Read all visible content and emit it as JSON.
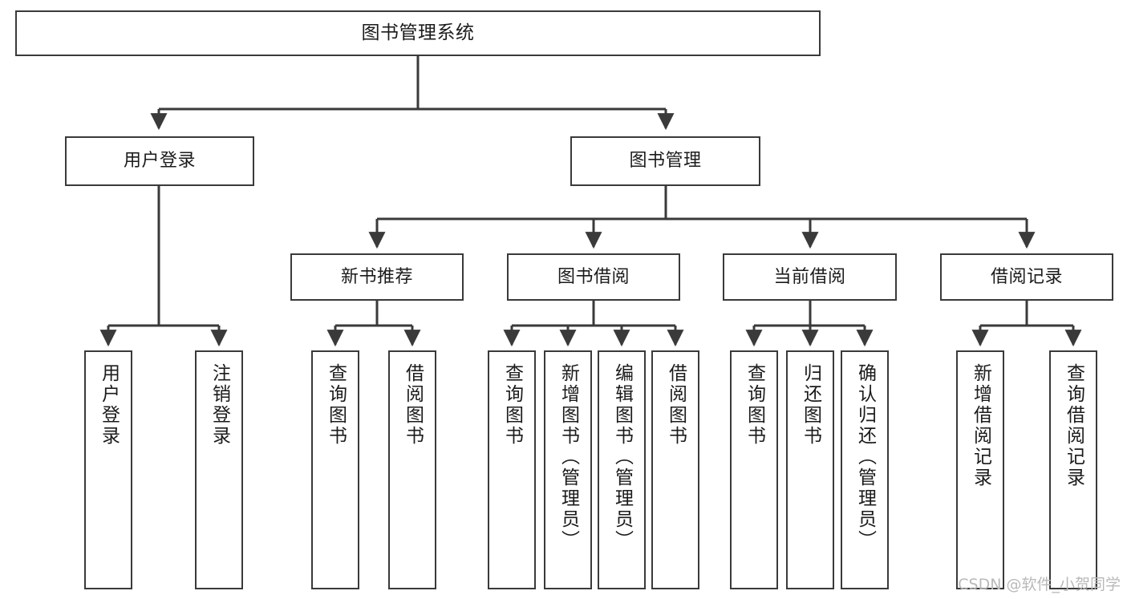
{
  "diagram": {
    "title": "图书管理系统",
    "watermark": "CSDN @软件_小贺同学",
    "colors": {
      "stroke": "#3a3a3a",
      "fill": "#ffffff",
      "text": "#1b1b1b",
      "watermark": "#b9b9b9"
    },
    "nodes": {
      "root": {
        "label": "图书管理系统"
      },
      "tier2": [
        {
          "label": "用户登录"
        },
        {
          "label": "图书管理"
        }
      ],
      "tier3": [
        {
          "label": "新书推荐"
        },
        {
          "label": "图书借阅"
        },
        {
          "label": "当前借阅"
        },
        {
          "label": "借阅记录"
        }
      ],
      "leaves_user_login": [
        {
          "label": "用户登录"
        },
        {
          "label": "注销登录"
        }
      ],
      "leaves_new_books": [
        {
          "label": "查询图书"
        },
        {
          "label": "借阅图书"
        }
      ],
      "leaves_borrow": [
        {
          "label": "查询图书"
        },
        {
          "label": "新增图书（管理员）"
        },
        {
          "label": "编辑图书（管理员）"
        },
        {
          "label": "借阅图书"
        }
      ],
      "leaves_current": [
        {
          "label": "查询图书"
        },
        {
          "label": "归还图书"
        },
        {
          "label": "确认归还（管理员）"
        }
      ],
      "leaves_records": [
        {
          "label": "新增借阅记录"
        },
        {
          "label": "查询借阅记录"
        }
      ]
    }
  }
}
